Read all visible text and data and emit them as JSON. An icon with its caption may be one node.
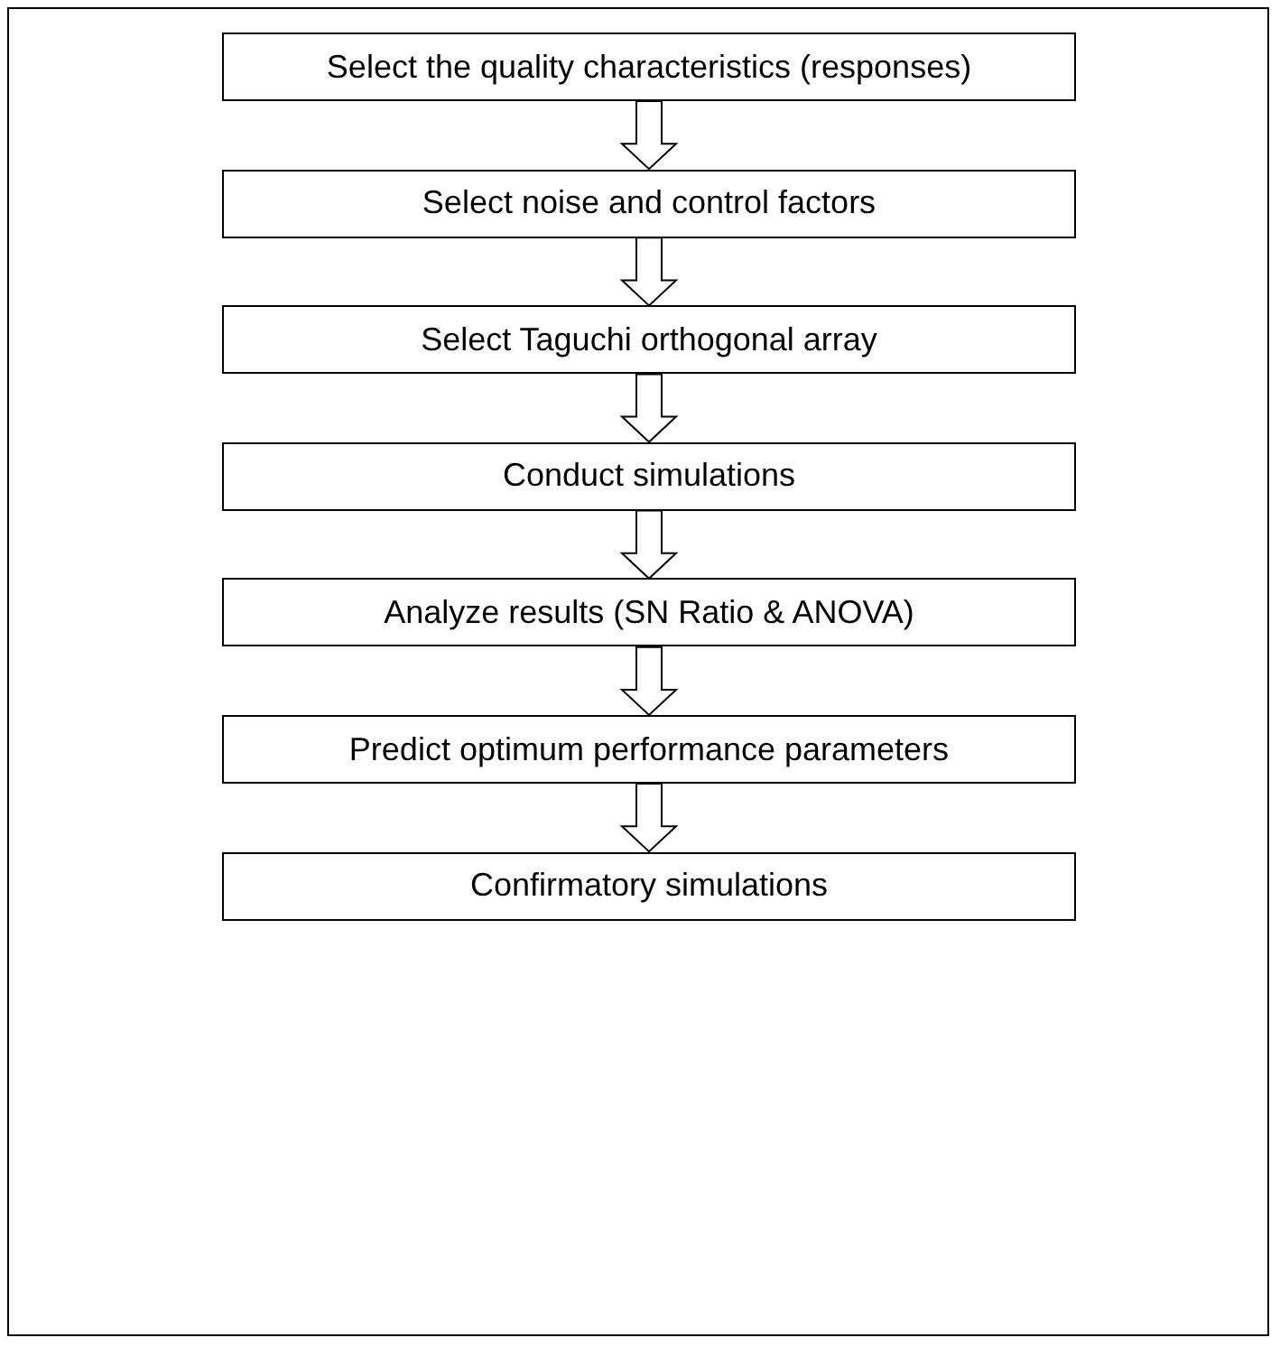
{
  "diagram": {
    "nodes": [
      {
        "text": [
          "Select the quality characteristics (responses)"
        ]
      },
      {
        "text": [
          "Select noise and control factors"
        ]
      },
      {
        "text": [
          "Select Taguchi orthogonal array"
        ]
      },
      {
        "text": [
          "Conduct simulations"
        ]
      },
      {
        "text": [
          "Analyze results (SN Ratio & ANOVA)"
        ]
      },
      {
        "text": [
          "Predict optimum performance parameters"
        ]
      },
      {
        "text": [
          "Confirmatory simulations"
        ]
      }
    ],
    "edges": [
      {
        "from": 0,
        "to": 1,
        "arrow": "to"
      },
      {
        "from": 1,
        "to": 2,
        "arrow": "to"
      },
      {
        "from": 2,
        "to": 3,
        "arrow": "to"
      },
      {
        "from": 3,
        "to": 4,
        "arrow": "to"
      },
      {
        "from": 4,
        "to": 5,
        "arrow": "to"
      },
      {
        "from": 5,
        "to": 6,
        "arrow": "to"
      }
    ]
  }
}
